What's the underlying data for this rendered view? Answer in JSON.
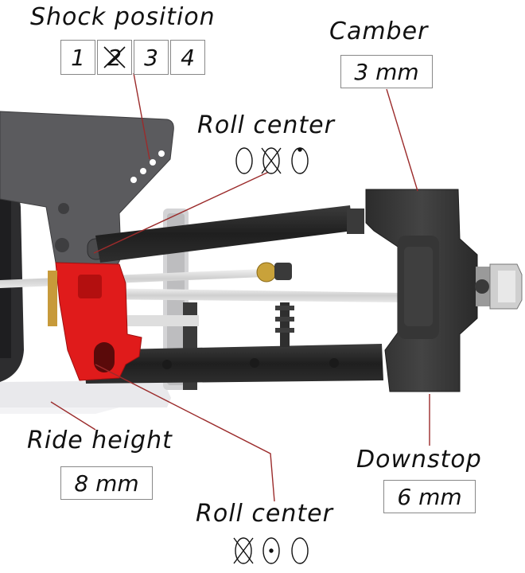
{
  "shock_position": {
    "title": "Shock position",
    "options": [
      "1",
      "2",
      "3",
      "4"
    ],
    "crossed_index": 1
  },
  "camber": {
    "title": "Camber",
    "value": "3 mm"
  },
  "roll_center_top": {
    "title": "Roll center",
    "crossed_index": 1
  },
  "ride_height": {
    "title": "Ride height",
    "value": "8 mm"
  },
  "downstop": {
    "title": "Downstop",
    "value": "6 mm"
  },
  "roll_center_bottom": {
    "title": "Roll center",
    "crossed_index": 0
  },
  "colors": {
    "leader_line": "#9b2b2b",
    "carbon_plate": "#5a5a5c",
    "aluminum_red": "#e01b1b",
    "arm_black": "#2a2a2a",
    "hub_dark": "#3a3a3a",
    "brass": "#c9a23a"
  }
}
